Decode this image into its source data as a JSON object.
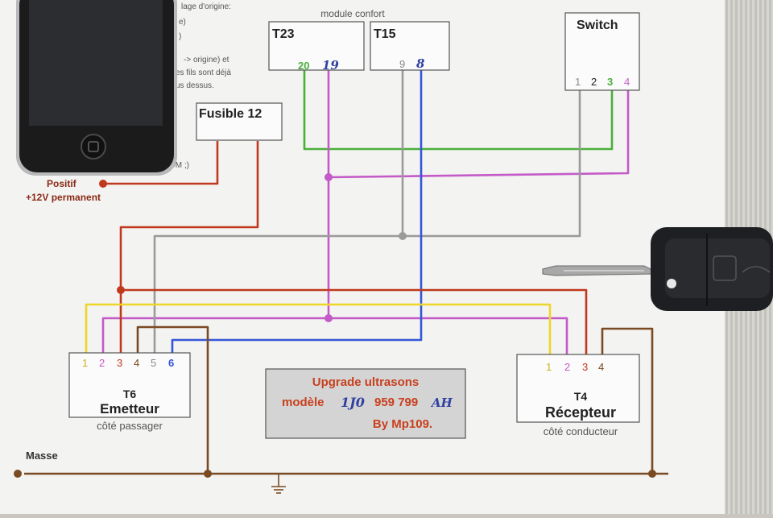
{
  "modules": {
    "header": "module confort",
    "t23": {
      "label": "T23",
      "pin_a": "20",
      "pin_b": "19"
    },
    "t15": {
      "label": "T15",
      "pin_a": "9",
      "pin_b": "8"
    }
  },
  "switch": {
    "label": "Switch",
    "pins": [
      "1",
      "2",
      "3",
      "4"
    ]
  },
  "fuse": {
    "label": "Fusible 12"
  },
  "positive": {
    "label": "Positif",
    "desc": "+12V permanent"
  },
  "emitter": {
    "pins": [
      "1",
      "2",
      "3",
      "4",
      "5",
      "6"
    ],
    "ref": "T6",
    "name": "Emetteur",
    "side": "côté passager"
  },
  "receiver": {
    "pins": [
      "1",
      "2",
      "3",
      "4"
    ],
    "ref": "T4",
    "name": "Récepteur",
    "side": "côté conducteur"
  },
  "ground": {
    "label": "Masse"
  },
  "note": {
    "line1": "Upgrade ultrasons",
    "line2_prefix": "modèle",
    "line2_hand": "1J0",
    "line2_number": "959 799",
    "line2_suffix": "AH",
    "line3": "By Mp109."
  },
  "partial_text": [
    "lage d'origine:",
    "e)",
    ")",
    "-> origine) et",
    "es fils sont déjà",
    "us dessus.",
    "OM ;)"
  ],
  "colors": {
    "green": "#4caf3c",
    "violet": "#c45ac8",
    "grey": "#9a9a9a",
    "blue": "#3556d8",
    "red": "#c0391e",
    "brown": "#7a4a22",
    "yellow": "#eed52a",
    "note_text": "#c8401e",
    "hand_ink": "#3040a0"
  }
}
